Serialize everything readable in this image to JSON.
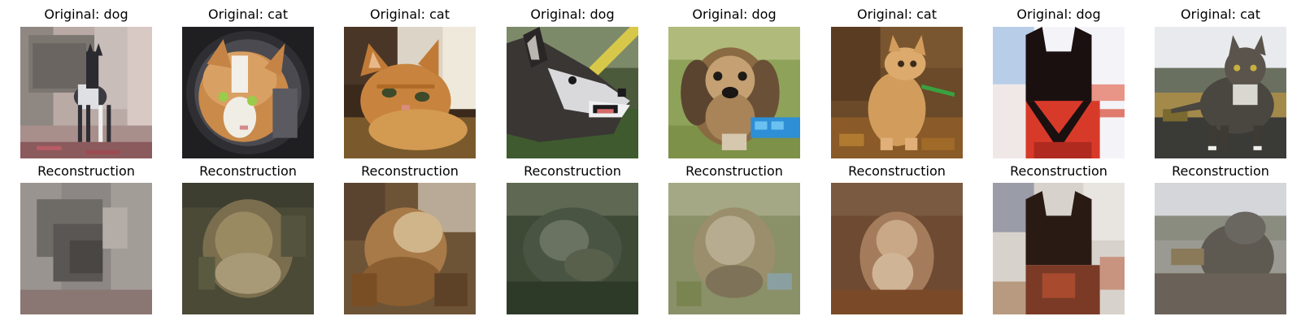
{
  "panels": [
    {
      "original_title": "Original: dog",
      "reconstruction_title": "Reconstruction"
    },
    {
      "original_title": "Original: cat",
      "reconstruction_title": "Reconstruction"
    },
    {
      "original_title": "Original: cat",
      "reconstruction_title": "Reconstruction"
    },
    {
      "original_title": "Original: dog",
      "reconstruction_title": "Reconstruction"
    },
    {
      "original_title": "Original: dog",
      "reconstruction_title": "Reconstruction"
    },
    {
      "original_title": "Original: cat",
      "reconstruction_title": "Reconstruction"
    },
    {
      "original_title": "Original: dog",
      "reconstruction_title": "Reconstruction"
    },
    {
      "original_title": "Original: cat",
      "reconstruction_title": "Reconstruction"
    }
  ]
}
